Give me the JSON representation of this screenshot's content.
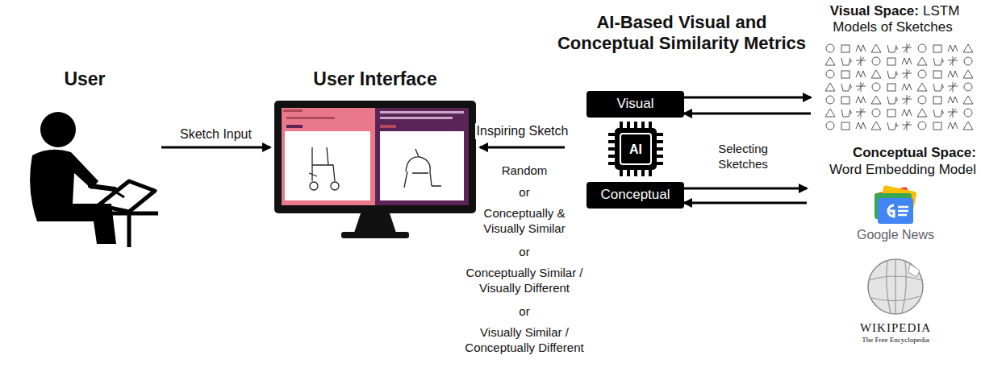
{
  "diagram": {
    "nodes": [
      {
        "text": [
          "User"
        ]
      },
      {
        "text": [
          "User Interface"
        ]
      },
      {
        "text": [
          "AI-Based Visual and Conceptual Similarity Metrics"
        ]
      },
      {
        "text": [
          "Visual"
        ],
        "in": 2
      },
      {
        "text": [
          "Conceptual"
        ],
        "in": 2
      },
      {
        "text": [
          "Visual Space:",
          "LSTM Models of Sketches"
        ]
      },
      {
        "text": [
          "Conceptual Space:",
          "Word Embedding Model",
          "Google News",
          "WIKIPEDIA",
          "The Free Encyclopedia"
        ]
      }
    ],
    "edges": [
      {
        "from": 0,
        "to": 1,
        "label": "Sketch Input",
        "arrow": "to"
      },
      {
        "from": 2,
        "to": 1,
        "label": "Inspiring Sketch",
        "arrow": "to"
      },
      {
        "from": 3,
        "to": 5,
        "arrow": "to"
      },
      {
        "from": 5,
        "to": 3,
        "arrow": "to"
      },
      {
        "from": 4,
        "to": 6,
        "arrow": "to"
      },
      {
        "from": 6,
        "to": 4,
        "arrow": "to"
      }
    ],
    "labels": [
      "AI",
      "Random",
      "or",
      "Conceptually & Visually Similar",
      "or",
      "Conceptually Similar / Visually Different",
      "or",
      "Visually Similar / Conceptually Different",
      "Selecting Sketches"
    ]
  }
}
